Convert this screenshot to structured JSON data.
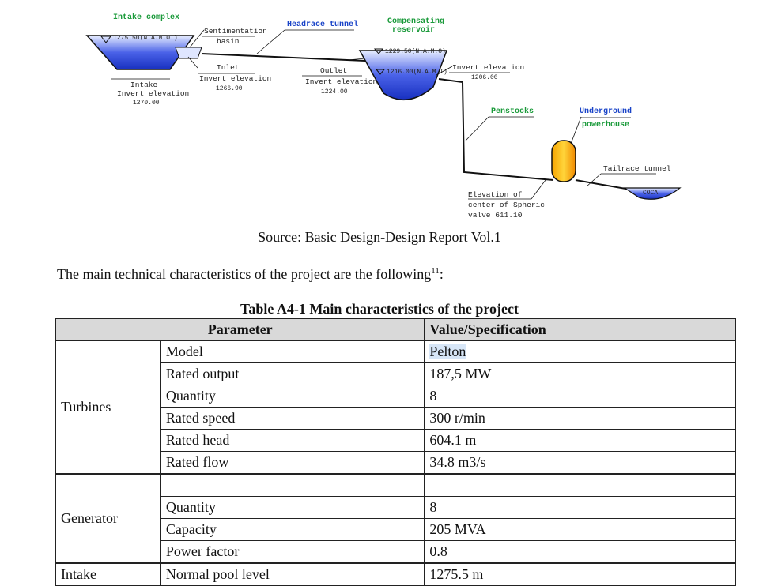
{
  "diagram": {
    "intake_complex": "Intake complex",
    "intake_level": "1275.50(N.A.M.O.)",
    "sedimentation_1": "Sentimentation",
    "sedimentation_2": "basin",
    "intake_label": "Intake",
    "intake_invert_1": "Invert elevation",
    "intake_invert_2": "1270.00",
    "inlet": "Inlet",
    "inlet_invert_1": "Invert elevation",
    "inlet_invert_2": "1266.90",
    "headrace": "Headrace tunnel",
    "outlet": "Outlet",
    "outlet_invert_1": "Invert elevation",
    "outlet_invert_2": "1224.00",
    "comp_res_1": "Compensating",
    "comp_res_2": "reservoir",
    "res_level_1": "1229.50(N.A.M.O)",
    "res_level_2": "1216.00(N.A.M.I)",
    "res_invert_1": "Invert elevation",
    "res_invert_2": "1206.00",
    "penstocks": "Penstocks",
    "powerhouse_1": "Underground",
    "powerhouse_2": "powerhouse",
    "tailrace": "Tailrace tunnel",
    "coca": "COCA",
    "spheric_1": "Elevation of",
    "spheric_2": "center of Spheric",
    "spheric_3": "valve 611.10"
  },
  "source": "Source: Basic Design-Design Report Vol.1",
  "intro_text": "The main technical characteristics of the project are the following",
  "intro_sup": "11",
  "intro_end": ":",
  "table_title": "Table A4-1 Main characteristics of the project",
  "table": {
    "headers": [
      "Parameter",
      "Value/Specification"
    ],
    "turbines": {
      "group": "Turbines",
      "rows": [
        {
          "param": "Model",
          "value": "Pelton"
        },
        {
          "param": "Rated output",
          "value": "187,5 MW"
        },
        {
          "param": "Quantity",
          "value": "8"
        },
        {
          "param": "Rated speed",
          "value": "300 r/min"
        },
        {
          "param": "Rated head",
          "value": "604.1 m"
        },
        {
          "param": "Rated flow",
          "value": "34.8 m3/s"
        }
      ]
    },
    "generator": {
      "group": "Generator",
      "rows": [
        {
          "param": "",
          "value": ""
        },
        {
          "param": "Quantity",
          "value": "8"
        },
        {
          "param": "Capacity",
          "value": "205 MVA"
        },
        {
          "param": "Power factor",
          "value": "0.8"
        }
      ]
    },
    "intake": {
      "group": "Intake",
      "rows": [
        {
          "param": "Normal pool level",
          "value": "1275.5 m"
        }
      ]
    }
  }
}
